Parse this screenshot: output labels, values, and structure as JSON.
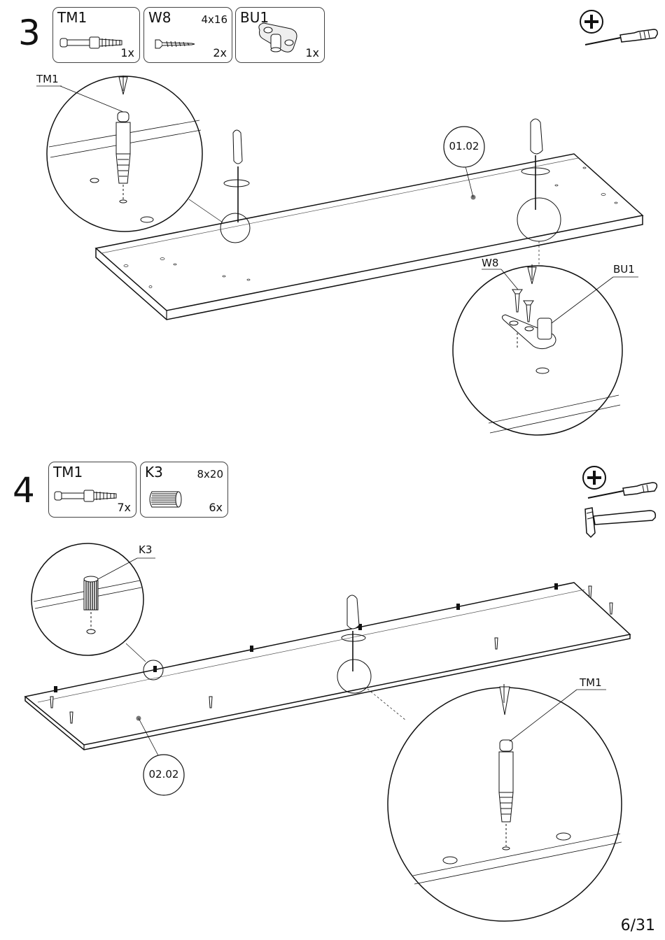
{
  "step3": {
    "number": "3",
    "parts": [
      {
        "code": "TM1",
        "size": "",
        "qty": "1x",
        "icon": "cam-bolt-icon"
      },
      {
        "code": "W8",
        "size": "4x16",
        "qty": "2x",
        "icon": "screw-icon"
      },
      {
        "code": "BU1",
        "size": "",
        "qty": "1x",
        "icon": "bracket-icon"
      }
    ],
    "callouts": {
      "tm1": "TM1",
      "w8": "W8",
      "bu1": "BU1"
    },
    "panel_label": "01.02",
    "tools": [
      "phillips-screwdriver-icon"
    ]
  },
  "step4": {
    "number": "4",
    "parts": [
      {
        "code": "TM1",
        "size": "",
        "qty": "7x",
        "icon": "cam-bolt-icon"
      },
      {
        "code": "K3",
        "size": "8x20",
        "qty": "6x",
        "icon": "dowel-icon"
      }
    ],
    "callouts": {
      "k3": "K3",
      "tm1": "TM1"
    },
    "panel_label": "02.02",
    "tools": [
      "phillips-screwdriver-icon",
      "hammer-icon"
    ]
  },
  "page": "6/31"
}
